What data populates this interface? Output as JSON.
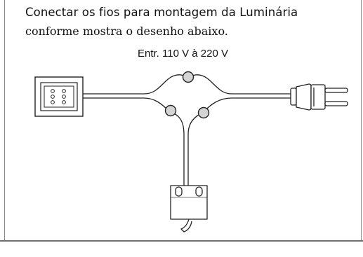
{
  "instructions": {
    "line1": "Conectar os fios para montagem da Luminária",
    "line2": "conforme mostra o desenho abaixo."
  },
  "supply_label": "Entr. 110 V à 220 V"
}
